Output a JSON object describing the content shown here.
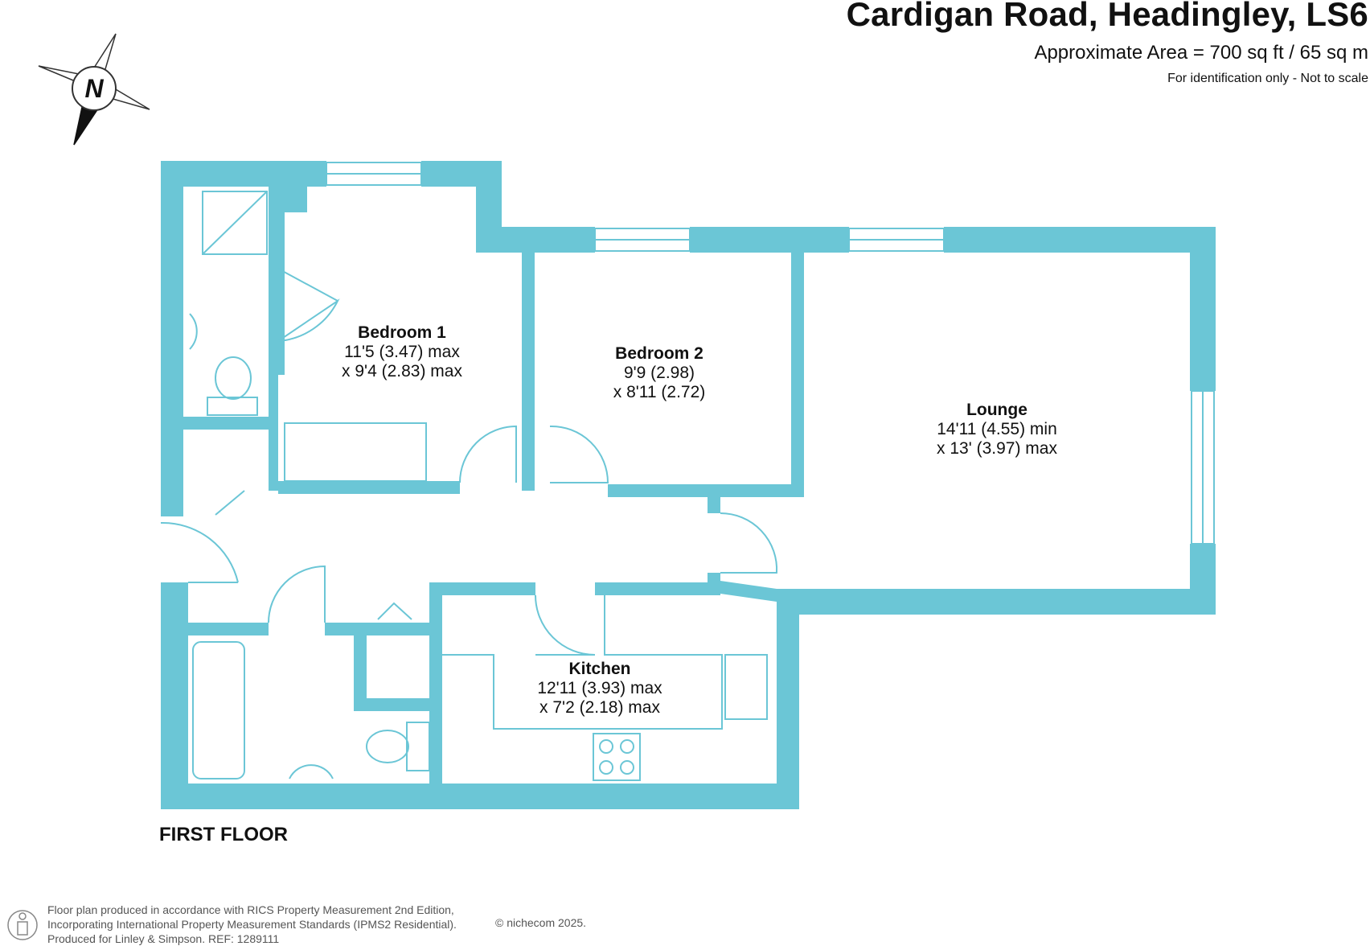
{
  "header": {
    "title": "Cardigan Road, Headingley, LS6",
    "area": "Approximate Area = 700 sq ft / 65 sq m",
    "disclaimer": "For identification only - Not to scale"
  },
  "compass": {
    "label": "N"
  },
  "colors": {
    "wall": "#6bc6d6",
    "fixture": "#6bc6d6",
    "text": "#111111"
  },
  "rooms": {
    "bedroom1": {
      "name": "Bedroom 1",
      "dim1": "11'5 (3.47) max",
      "dim2": "x 9'4 (2.83) max"
    },
    "bedroom2": {
      "name": "Bedroom 2",
      "dim1": "9'9 (2.98)",
      "dim2": "x 8'11 (2.72)"
    },
    "lounge": {
      "name": "Lounge",
      "dim1": "14'11 (4.55) min",
      "dim2": "x 13' (3.97) max"
    },
    "kitchen": {
      "name": "Kitchen",
      "dim1": "12'11 (3.93) max",
      "dim2": "x 7'2 (2.18) max"
    }
  },
  "floor_label": "FIRST FLOOR",
  "footer": {
    "line1": "Floor plan produced in accordance with RICS Property Measurement 2nd Edition,",
    "line2": "Incorporating International Property Measurement Standards (IPMS2 Residential).",
    "line3": "Produced for Linley & Simpson.   REF:  1289111",
    "brand": "© nichecom 2025."
  }
}
